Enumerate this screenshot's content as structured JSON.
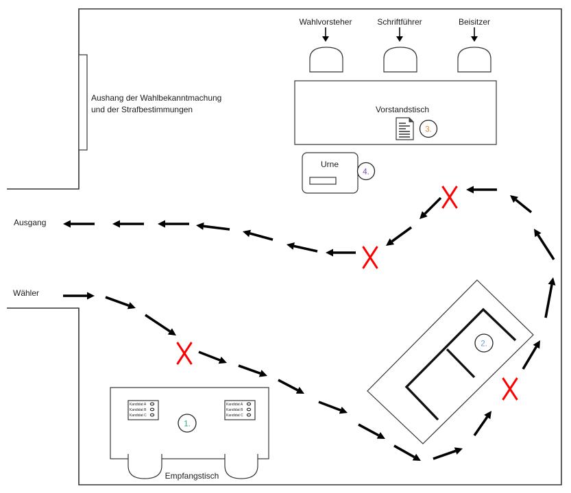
{
  "diagram": {
    "title": "Wahlraum Ablaufplan",
    "labels": {
      "notice_board": [
        "Aushang der Wahlbekanntmachung",
        "und der Strafbestimmungen"
      ],
      "exit": "Ausgang",
      "voter": "Wähler",
      "board_table": "Vorstandstisch",
      "urn": "Urne",
      "reception_table": "Empfangstisch"
    },
    "officials": [
      {
        "label": "Wahlvorsteher"
      },
      {
        "label": "Schriftführer"
      },
      {
        "label": "Beisitzer"
      }
    ],
    "ballot_cards": [
      {
        "candidates": [
          "Kandidat A",
          "Kandidat B",
          "Kandidat C"
        ]
      },
      {
        "candidates": [
          "Kandidat A",
          "Kandidat B",
          "Kandidat C"
        ]
      }
    ],
    "steps": [
      {
        "number": "1.",
        "location": "Empfangstisch",
        "color": "#2aa87a"
      },
      {
        "number": "2.",
        "location": "Wahlkabine",
        "color": "#6b9bd1"
      },
      {
        "number": "3.",
        "location": "Vorstandstisch",
        "color": "#e08a3c"
      },
      {
        "number": "4.",
        "location": "Urne",
        "color": "#7b4fa8"
      }
    ],
    "checkpoint_marker": {
      "symbol": "X",
      "color": "#ff0000",
      "count": 4
    },
    "arrow_color": "#000000",
    "icons": {
      "document": "document-icon",
      "chair": "chair-icon",
      "arrow": "arrow-icon",
      "checkpoint": "x-mark-icon"
    }
  }
}
